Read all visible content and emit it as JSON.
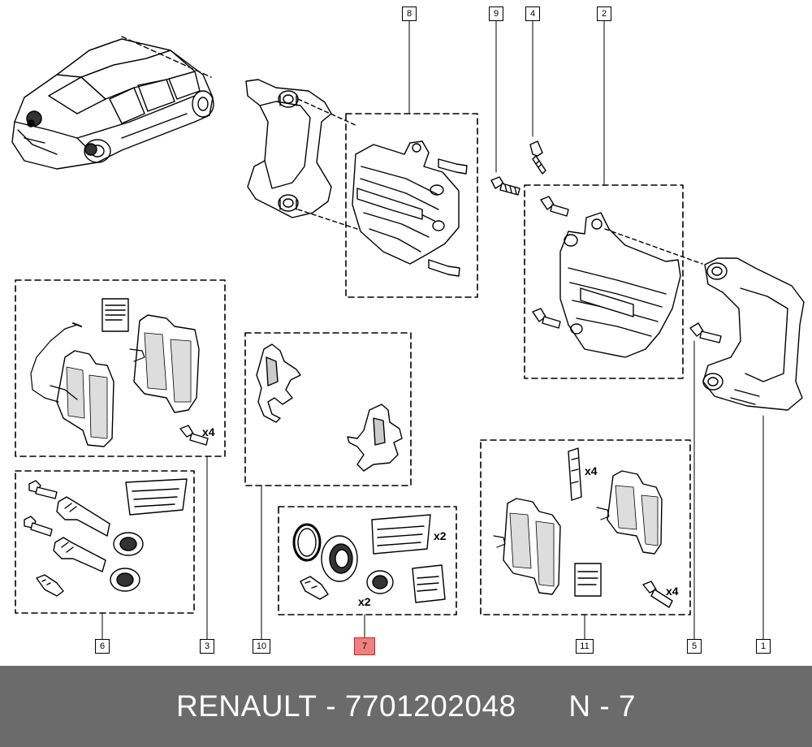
{
  "callouts": [
    {
      "id": "c8",
      "label": "8"
    },
    {
      "id": "c9",
      "label": "9"
    },
    {
      "id": "c4",
      "label": "4"
    },
    {
      "id": "c2",
      "label": "2"
    },
    {
      "id": "c6",
      "label": "6"
    },
    {
      "id": "c3",
      "label": "3"
    },
    {
      "id": "c10",
      "label": "10"
    },
    {
      "id": "c7",
      "label": "7",
      "highlighted": true
    },
    {
      "id": "c11",
      "label": "11"
    },
    {
      "id": "c5",
      "label": "5"
    },
    {
      "id": "c1",
      "label": "1"
    }
  ],
  "multipliers": {
    "kit3_bolts": "x4",
    "kit7_grease": "x2",
    "kit7_boots": "x2",
    "kit11_clips": "x4",
    "kit11_bolts": "x4"
  },
  "footer": {
    "brand": "RENAULT",
    "separator": "-",
    "part_number": "7701202048",
    "sheet": "N - 7"
  },
  "colors": {
    "highlight": "#f07f7f",
    "footer_bg": "#6b6b6b"
  }
}
